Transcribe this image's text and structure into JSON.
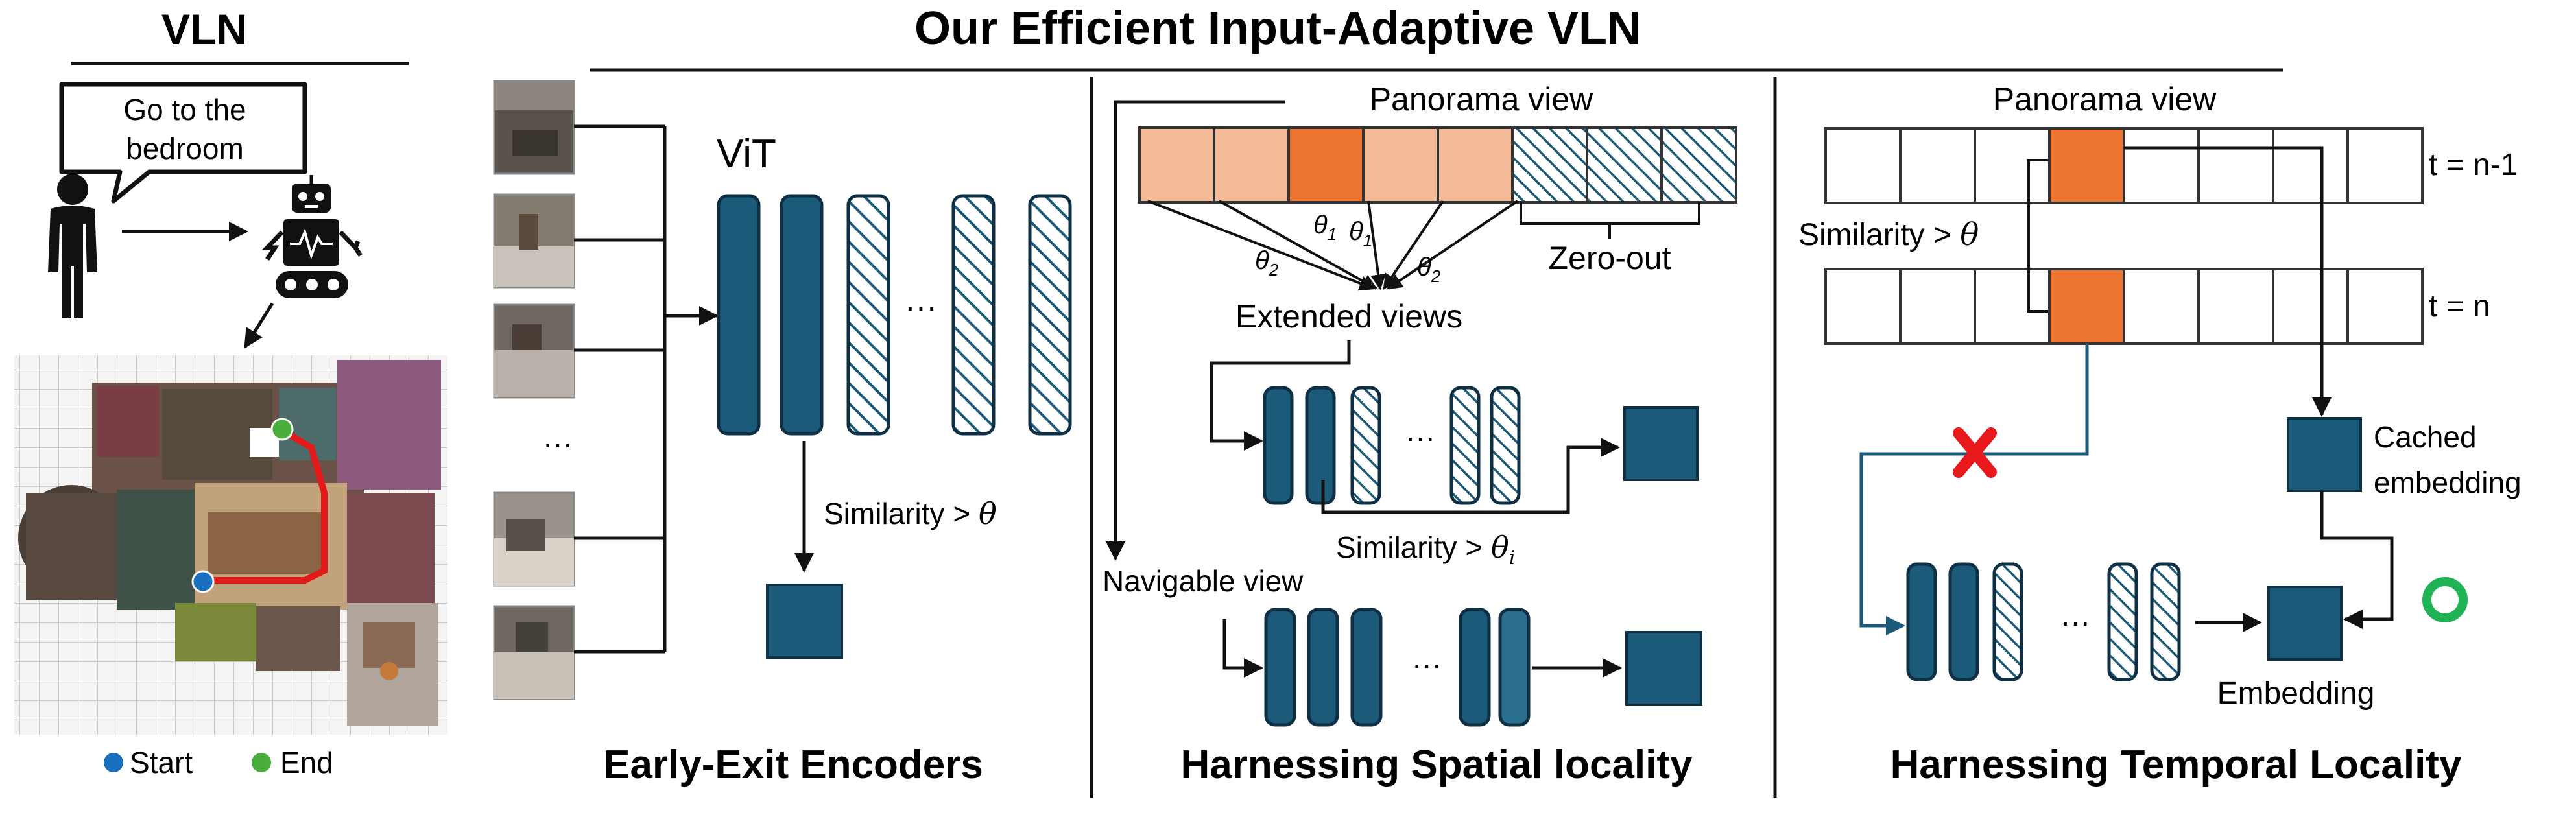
{
  "colors": {
    "navy": "#1c5a7a",
    "navy_dark": "#0f2f44",
    "orange": "#ee7431",
    "peach": "#f5bb98",
    "red_x": "#e8191c",
    "green_o": "#1fb355",
    "start_dot": "#1a6fc0",
    "end_dot": "#4aae3c",
    "route": "#e21a1a"
  },
  "icons": [
    "person-icon",
    "robot-icon",
    "speech-bubble-icon",
    "cross-icon",
    "circle-check-icon"
  ],
  "vln": {
    "title": "VLN",
    "instruction_line1": "Go to the",
    "instruction_line2": "bedroom",
    "legend_start": "Start",
    "legend_end": "End"
  },
  "main_title": "Our Efficient Input-Adaptive VLN",
  "early_exit": {
    "label": "Early-Exit Encoders",
    "vit": "ViT",
    "similarity_prefix": "Similarity > ",
    "theta": "θ",
    "ellipsis": "···"
  },
  "spatial": {
    "label": "Harnessing Spatial locality",
    "panorama": "Panorama view",
    "zero_out": "Zero-out",
    "extended_views": "Extended views",
    "navigable_view": "Navigable view",
    "similarity_prefix": "Similarity > ",
    "theta": "θ",
    "sub_i": "i",
    "sub_1": "1",
    "sub_2": "2",
    "ellipsis": "···"
  },
  "temporal": {
    "label": "Harnessing Temporal Locality",
    "panorama": "Panorama view",
    "t_prev": "t = n-1",
    "t_curr": "t = n",
    "similarity_prefix": "Similarity > ",
    "theta": "θ",
    "cached_line1": "Cached",
    "cached_line2": "embedding",
    "embedding": "Embedding",
    "ellipsis": "···"
  }
}
